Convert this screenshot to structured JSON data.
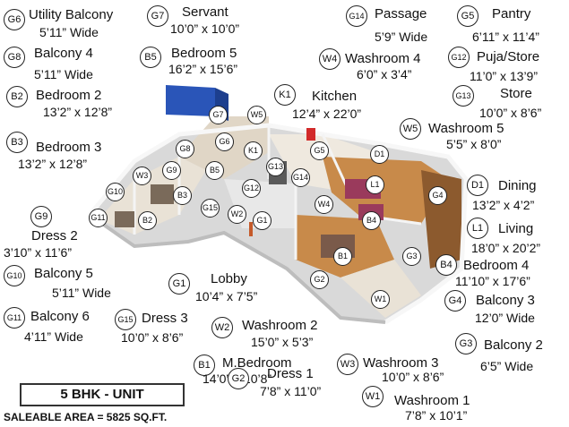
{
  "legend": [
    {
      "code": "G6",
      "name": "Utility Balcony",
      "dims": "5’11” Wide"
    },
    {
      "code": "G7",
      "name": "Servant",
      "dims": "10’0” x 10’0”"
    },
    {
      "code": "G14",
      "name": "Passage",
      "dims": "5’9” Wide"
    },
    {
      "code": "G5",
      "name": "Pantry",
      "dims": "6’11” x 11’4”"
    },
    {
      "code": "G8",
      "name": "Balcony 4",
      "dims": "5’11” Wide"
    },
    {
      "code": "B5",
      "name": "Bedroom 5",
      "dims": "16’2” x 15’6”"
    },
    {
      "code": "W4",
      "name": "Washroom 4",
      "dims": "6’0” x 3’4”"
    },
    {
      "code": "G12",
      "name": "Puja/Store",
      "dims": "11’0” x 13’9”"
    },
    {
      "code": "B2",
      "name": "Bedroom 2",
      "dims": "13’2” x 12’8”"
    },
    {
      "code": "K1",
      "name": "Kitchen",
      "dims": "12’4” x 22’0”"
    },
    {
      "code": "G13",
      "name": "Store",
      "dims": "10’0” x 8’6”"
    },
    {
      "code": "W5",
      "name": "Washroom 5",
      "dims": "5’5” x 8’0”"
    },
    {
      "code": "B3",
      "name": "Bedroom 3",
      "dims": "13’2” x 12’8”"
    },
    {
      "code": "D1",
      "name": "Dining",
      "dims": "13’2” x 4’2”"
    },
    {
      "code": "G9",
      "name": "Dress 2",
      "dims": "3’10” x 11’6”"
    },
    {
      "code": "L1",
      "name": "Living",
      "dims": "18’0” x 20’2”"
    },
    {
      "code": "G10",
      "name": "Balcony 5",
      "dims": "5’11” Wide"
    },
    {
      "code": "B4",
      "name": "Bedroom 4",
      "dims": "11’10” x 17’6”"
    },
    {
      "code": "G1",
      "name": "Lobby",
      "dims": "10’4” x 7’5”"
    },
    {
      "code": "G4",
      "name": "Balcony 3",
      "dims": "12’0” Wide"
    },
    {
      "code": "G11",
      "name": "Balcony 6",
      "dims": "4’11” Wide"
    },
    {
      "code": "G15",
      "name": "Dress 3",
      "dims": "10’0” x 8’6”"
    },
    {
      "code": "W2",
      "name": "Washroom 2",
      "dims": "15’0” x 5’3”"
    },
    {
      "code": "G3",
      "name": "Balcony 2",
      "dims": "6’5” Wide"
    },
    {
      "code": "B1",
      "name": "M.Bedroom",
      "dims": "14’0” x 10’8”"
    },
    {
      "code": "W3",
      "name": "Washroom 3",
      "dims": "10’0” x 8’6”"
    },
    {
      "code": "G2",
      "name": "Dress 1",
      "dims": "7’8” x 11’0”"
    },
    {
      "code": "W1",
      "name": "Washroom 1",
      "dims": "7’8” x 10’1”"
    }
  ],
  "plan_markers": [
    "G7",
    "W5",
    "G6",
    "K1",
    "G5",
    "D1",
    "G8",
    "G9",
    "W3",
    "B5",
    "G13",
    "G14",
    "L1",
    "G10",
    "B3",
    "G12",
    "G4",
    "G11",
    "B2",
    "G15",
    "W2",
    "G1",
    "W4",
    "B4",
    "G3",
    "B1",
    "G2",
    "W1"
  ],
  "unit": {
    "title": "5 BHK - UNIT",
    "saleable_area": "SALEABLE AREA = 5825 SQ.FT."
  },
  "colors": {
    "blue_wall": "#2a55b8",
    "floor_wood": "#c88a4a",
    "floor_tile": "#e9e2d6",
    "wall": "#f4f4f4",
    "sofa": "#9a3a5c"
  }
}
